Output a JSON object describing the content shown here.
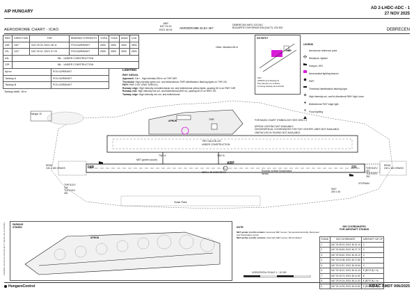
{
  "header": {
    "left": "AIP HUNGARY",
    "page_id": "AD 2-LHDC-ADC - 1",
    "date": "27 NOV 2025"
  },
  "title_bar": {
    "chart_name": "AERODROME CHART - ICAO",
    "arp_coords": [
      "ARP",
      "N47 29 20",
      "E021 36 53"
    ],
    "elev": "AERODROME ELEV 357",
    "freq": [
      "DEBRECEN INFO 120.510",
      "BUDAPEST INFORMATION (DACT) 133.300"
    ],
    "city": "DEBRECEN"
  },
  "rwy_table": {
    "headers": [
      "RWY",
      "DIRECTION",
      "THR",
      "BEARING STRENGTH",
      "TORA",
      "TODA",
      "ASDA",
      "LDA"
    ],
    "rows": [
      [
        "04R",
        "042°",
        "N47 29 03, E021 36 11",
        "PCN 63/R/B/W/T",
        "2500",
        "2500",
        "2500",
        "2500"
      ],
      [
        "22L",
        "222°",
        "N47 29 41, E021 37 29",
        "PCN 63/R/B/W/T",
        "2500",
        "2500",
        "2500",
        "2500"
      ],
      [
        "04L",
        "",
        "NIL - UNDER CONSTRUCTION",
        "",
        "",
        "",
        "",
        ""
      ],
      [
        "22R",
        "",
        "NIL - UNDER CONSTRUCTION",
        "",
        "",
        "",
        "",
        ""
      ]
    ],
    "surfaces": [
      [
        "Apron",
        "PCN 42/R/B/W/T"
      ],
      [
        "Taxiway A",
        "PCN 42/R/B/W/T"
      ],
      [
        "Taxiway B",
        "PCN 42/R/B/W/T"
      ]
    ],
    "twy_width": "Taxiway width: 18 m"
  },
  "lighting": {
    "title": "LIGHTING",
    "subtitle": "RWY 04R/22L",
    "rows": [
      [
        "Approach:",
        "Cat I - high intensity 900 m on THR 04R"
      ],
      [
        "Threshold:",
        "High intensity green uni- and bidirectional, PAPI identification flashing lights on THR 22L"
      ],
      [
        "PAPI:",
        "PAPI 3.00° (RWY 04R/22L)"
      ],
      [
        "Runway edge:",
        "High intensity omnidirectional uni- and bidirectional yellow lights, spacing 60 m on RWY 04R"
      ],
      [
        "Runway end:",
        "High intensity red uni- and bidirectional (600 m), spacing 60 m on RWY 22L"
      ],
      [
        "Taxiway edge:",
        "High intensity red uni- and bidirectional"
      ]
    ]
  },
  "inset": {
    "label": "HOTSPOT",
    "twr": "TWR",
    "notes": [
      "HS1",
      "APRON and Taxiway B",
      "Pay attention to vehicles",
      "crossing taxiway and aircraft"
    ]
  },
  "legend": {
    "title": "LEGEND",
    "items": [
      "Aerodrome reference point",
      "Windsock, lighted",
      "Hotspot, HS1",
      "Aeronautical lighting beacon",
      "PAPI",
      "Threshold identification flashing light",
      "High intensity uni- and bi-directional RWY light, inset",
      "Bidirectional TWY edge light",
      "Flood lighting"
    ],
    "chart_note": "FOR BASIC CHART SYMBOLOGY SEE GEN 2.3",
    "notes": [
      "APRON LIGHTING NOT AVAILABLE.",
      "GEOGRAPHICAL COORDINATES FOR TWY CENTRE LINES NOT AVAILABLE.",
      "OBSTACLES IN TAXIING NOT AVAILABLE."
    ]
  },
  "map_labels": {
    "wsc": "Obstr. elevation 66 m",
    "apron": "APRON",
    "tower": "TWR",
    "twy_galion": "TWY GALION U/C",
    "under_construction": "UNDER CONSTRUCTION",
    "arp": "ARP",
    "rwy_designation": "2500 x 45 CONCRETE",
    "rwy_04": "04R",
    "rwy_22": "22L",
    "twy_a": "TWY A",
    "twy_b": "TWY B",
    "stopway": "STOPWAY",
    "resa_left": [
      "RESA",
      "240 x 150 GRASS"
    ],
    "resa_right": [
      "RESA",
      "240 x 150 GRASS"
    ],
    "thr_left": [
      "THR ELEV",
      "344",
      "TDZ ELEV",
      "351"
    ],
    "thr_right": [
      "THR ELEV",
      "357",
      "TDZ ELEV",
      "351"
    ],
    "swy": [
      "SWY",
      "250 x 45"
    ],
    "solar_park": "Solar Park",
    "hangar": "Hangar 10",
    "parking": [
      "PARKING",
      "STANDS"
    ],
    "runway_surface": "Runway surface temperature sensor",
    "met_garden": "MET garden (south)"
  },
  "notes_box": {
    "title": "NOTE:",
    "rows": [
      [
        "MET garden (north) contains:",
        "Automatic MET sensor, Temperature/Humidity, Barometer and Precipitation sensor"
      ],
      [
        "MET garden (south) contains:",
        "Automatic MET sensor, Wind indicator"
      ]
    ],
    "scale": "HORIZONTAL SCALE 1 : 10 000"
  },
  "coord_table": {
    "title": [
      "INS COORDINATES",
      "FOR AIRCRAFT STANDS"
    ],
    "headers": [
      "STAND",
      "INS COORDINATE",
      "AIRCRAFT CAT UP"
    ],
    "rows": [
      [
        "1",
        "N47 29 28.19, E021 36 31.10",
        "C"
      ],
      [
        "2",
        "N47 29 26.83, E021 36 27.70",
        "C"
      ],
      [
        "3",
        "N47 29 25.62, E021 36 24.10",
        "C"
      ],
      [
        "4",
        "N47 29 24.38, E021 36 17.80",
        "C"
      ],
      [
        "5",
        "N47 29 22.87, E021 36 19.60",
        "C"
      ],
      [
        "6",
        "N47 29 18.10, E021 36 13.10",
        "E (B747-8) 1 b)"
      ],
      [
        "7",
        "N47 29 15.73, E021 36 11.60",
        "E"
      ],
      [
        "8",
        "N47 29 20.15, E021 36 11.00",
        "E (B747-8) 1 b)"
      ],
      [
        "9",
        "N47 29 14.93, E021 36 10.80",
        "E (B747-8) 1 b)"
      ]
    ]
  },
  "footer": {
    "left": "HungaroControl",
    "right": "AIRAC AMDT 006/2025"
  },
  "side_note": "CHANGE: Aerodrome Runway Apron Stands, EE coordinates",
  "colors": {
    "hotspot": "#d81bd8",
    "ink": "#111111",
    "grass": "#9aa39a"
  }
}
